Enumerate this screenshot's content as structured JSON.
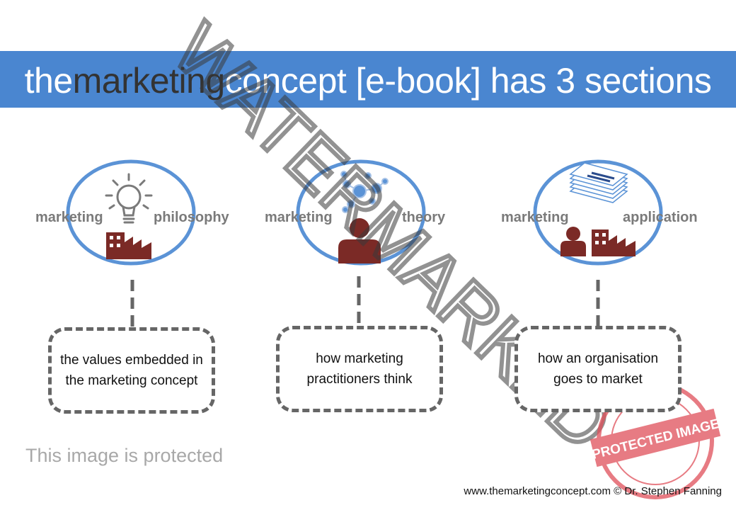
{
  "title": {
    "part1": "the",
    "part2": "marketing",
    "part3": "concept [e-book] has 3 sections"
  },
  "sections": [
    {
      "left_label": "marketing",
      "right_label": "philosophy",
      "description_line1": "the values embedded in",
      "description_line2": "the marketing concept"
    },
    {
      "left_label": "marketing",
      "right_label": "theory",
      "description_line1": "how marketing",
      "description_line2": "practitioners think"
    },
    {
      "left_label": "marketing",
      "right_label": "application",
      "description_line1": "how an organisation",
      "description_line2": "goes to market"
    }
  ],
  "watermark_text": "WATERMARKED",
  "protected_text": "This image is protected",
  "stamp_text": "PROTECTED IMAGE",
  "footer_text": "www.themarketingconcept.com © Dr. Stephen Fanning",
  "colors": {
    "banner": "#4a86d0",
    "circle": "#5b93d6",
    "icon_dark_red": "#7b2a26",
    "stamp": "#e0505a",
    "box_border": "#666666"
  }
}
